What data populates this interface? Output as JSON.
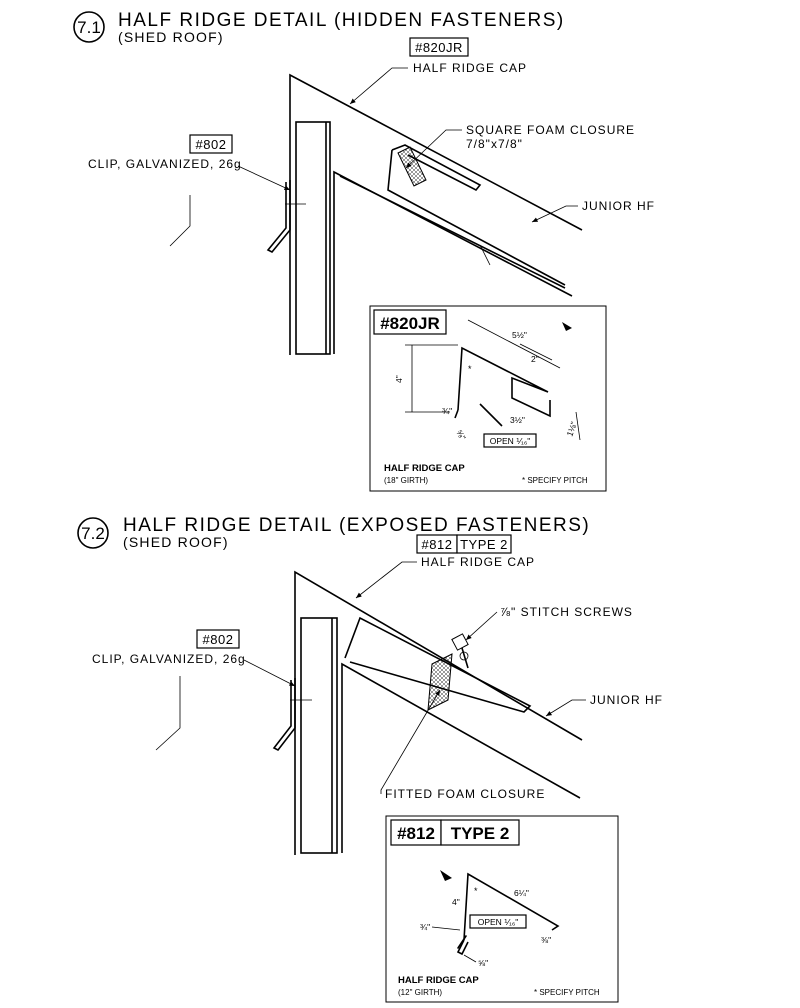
{
  "detail1": {
    "number": "7.1",
    "title": "HALF RIDGE DETAIL (HIDDEN FASTENERS)",
    "subtitle": "(SHED ROOF)",
    "cap_tag": "#820JR",
    "cap_label": "HALF RIDGE CAP",
    "clip_tag": "#802",
    "clip_label": "CLIP, GALVANIZED, 26g",
    "foam_label_line1": "SQUARE FOAM CLOSURE",
    "foam_label_line2": "7/8\"x7/8\"",
    "panel_label": "JUNIOR HF",
    "inset": {
      "tag": "#820JR",
      "dims": [
        "5½\"",
        "2\"",
        "4\"",
        "3½\"",
        "1⅛\"",
        "¾\"",
        "⅝\""
      ],
      "open_label": "OPEN ⅟₁₆\"",
      "name": "HALF RIDGE CAP",
      "girth": "(18\" GIRTH)",
      "pitch_note": "* SPECIFY PITCH"
    }
  },
  "detail2": {
    "number": "7.2",
    "title": "HALF RIDGE DETAIL (EXPOSED FASTENERS)",
    "subtitle": "(SHED ROOF)",
    "cap_tag": "#812",
    "cap_type": "TYPE 2",
    "cap_label": "HALF RIDGE CAP",
    "screw_label": "⅞\" STITCH SCREWS",
    "clip_tag": "#802",
    "clip_label": "CLIP, GALVANIZED, 26g",
    "panel_label": "JUNIOR HF",
    "foam_label": "FITTED FOAM CLOSURE",
    "inset": {
      "tag": "#812",
      "type": "TYPE 2",
      "dims": [
        "6¼\"",
        "4\"",
        "¾\"",
        "⅜\"",
        "⅝\""
      ],
      "open_label": "OPEN ⅟₁₆\"",
      "name": "HALF RIDGE CAP",
      "girth": "(12\" GIRTH)",
      "pitch_note": "* SPECIFY PITCH"
    }
  }
}
